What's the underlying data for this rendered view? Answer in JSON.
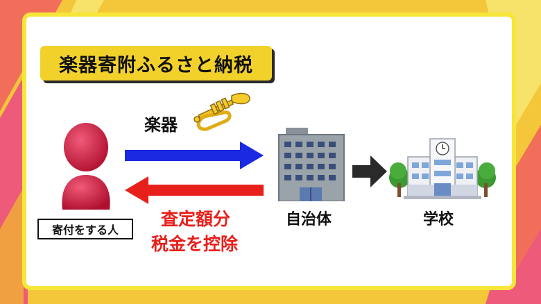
{
  "title": "楽器寄附ふるさと納税",
  "labels": {
    "instrument": "楽器",
    "donor": "寄付をする人",
    "municipality": "自治体",
    "school": "学校",
    "deduction_line1": "査定額分",
    "deduction_line2": "税金を控除"
  },
  "colors": {
    "background": "#f4c63a",
    "panel_border": "#f7e63a",
    "title_bg": "#f2d22a",
    "arrow_blue": "#1a2ae0",
    "arrow_red": "#e8201c",
    "person": "#c8193c",
    "accent_text": "#e8201c"
  },
  "icons": {
    "donor": "person-icon",
    "instrument": "trumpet-icon",
    "municipality": "office-building-icon",
    "school": "school-building-icon",
    "flow_forward": "arrow-right-icon",
    "flow_back": "arrow-left-icon",
    "flow_next": "arrow-right-icon"
  }
}
